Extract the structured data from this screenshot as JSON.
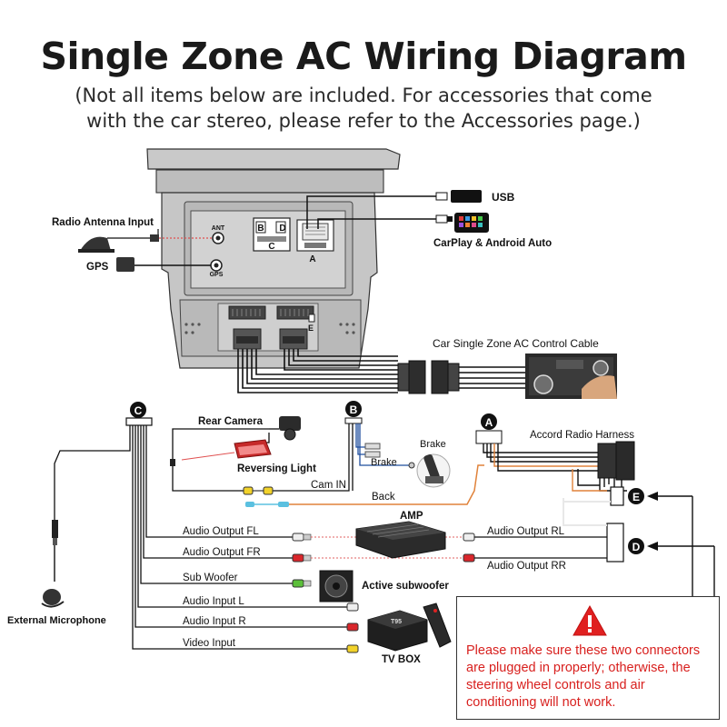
{
  "title": "Single Zone AC Wiring Diagram",
  "subtitle_line1": "(Not all items below are included. For accessories that come",
  "subtitle_line2": "with the car stereo, please refer to the Accessories page.)",
  "stereo": {
    "ant_label": "ANT",
    "gps_label": "GPS",
    "port_b": "B",
    "port_d": "D",
    "port_c": "C",
    "port_a": "A",
    "port_e": "E"
  },
  "labels": {
    "usb": "USB",
    "carplay": "CarPlay & Android Auto",
    "radio_antenna": "Radio Antenna Input",
    "gps": "GPS",
    "ac_cable": "Car Single Zone AC Control Cable",
    "rear_camera": "Rear Camera",
    "reversing_light": "Reversing Light",
    "cam_in": "Cam IN",
    "brake_wire": "Brake",
    "brake_device": "Brake",
    "back": "Back",
    "accord_harness": "Accord  Radio Harness",
    "amp": "AMP",
    "active_subwoofer": "Active subwoofer",
    "tv_box": "TV BOX",
    "tv_box_brand": "T95",
    "external_mic": "External Microphone"
  },
  "markers": {
    "a": "A",
    "b": "B",
    "c": "C",
    "d": "D",
    "e": "E"
  },
  "outputs": {
    "fl": "Audio Output FL",
    "fr": "Audio Output FR",
    "sub": "Sub Woofer",
    "in_l": "Audio Input L",
    "in_r": "Audio Input R",
    "video": "Video Input",
    "rl": "Audio Output RL",
    "rr": "Audio Output RR"
  },
  "warning": {
    "icon": "warning-triangle-icon",
    "text": "Please make sure these two connectors are plugged in properly; otherwise, the steering wheel controls and air conditioning will not work."
  },
  "colors": {
    "wire": "#111111",
    "warning_red": "#e02020",
    "rca_red": "#d9262b",
    "rca_white": "#eeeeee",
    "rca_yellow": "#f2d22a",
    "rca_green": "#5bbf3a",
    "brake_blue": "#1f4e9e",
    "back_orange": "#e0823a",
    "dotted_red": "#e06060",
    "unit_gray": "#c8c8c8"
  }
}
